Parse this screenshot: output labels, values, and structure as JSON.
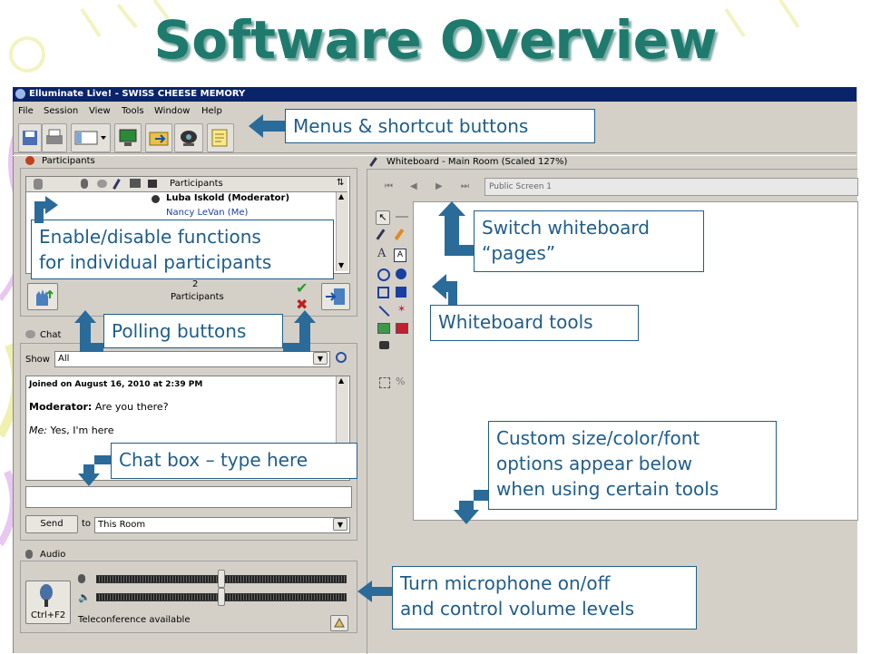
{
  "slide": {
    "title": "Software Overview"
  },
  "window": {
    "title": "Elluminate Live! - SWISS CHEESE MEMORY",
    "menus": [
      "File",
      "Session",
      "View",
      "Tools",
      "Window",
      "Help"
    ]
  },
  "participants": {
    "panel_title": "Participants",
    "column_header": "Participants",
    "rows": [
      {
        "name": "Luba Iskold (Moderator)"
      },
      {
        "name": "Nancy LeVan (Me)"
      }
    ],
    "count": "2",
    "count_label": "Participants"
  },
  "chat": {
    "panel_title": "Chat",
    "show_label": "Show",
    "show_value": "All",
    "joined_text": "Joined on August 16, 2010 at 2:39 PM",
    "messages": [
      {
        "sender": "Moderator:",
        "text": " Are you there?"
      },
      {
        "sender": "Me:",
        "text": " Yes, I'm here"
      }
    ],
    "send_label": "Send",
    "to_label": "to",
    "to_value": "This Room"
  },
  "audio": {
    "panel_title": "Audio",
    "mic_button_label": "Ctrl+F2",
    "status": "Teleconference available"
  },
  "whiteboard": {
    "panel_title": "Whiteboard - Main Room (Scaled 127%)",
    "screen_name": "Public Screen 1"
  },
  "callouts": {
    "menus": "Menus & shortcut buttons",
    "switch_line1": "Switch whiteboard",
    "switch_line2": "“pages”",
    "enable_line1": "Enable/disable functions",
    "enable_line2": "for individual participants",
    "tools": "Whiteboard tools",
    "polling": "Polling buttons",
    "chatbox": "Chat box – type here",
    "custom_line1": "Custom size/color/font",
    "custom_line2": "options appear below",
    "custom_line3": "when using certain tools",
    "mic_line1": "Turn microphone on/off",
    "mic_line2": "and control volume levels"
  },
  "colors": {
    "title": "#1f7a6e",
    "callout_text": "#1f5d8a",
    "arrow": "#2a6b9a",
    "window_face": "#d4d0c8"
  }
}
